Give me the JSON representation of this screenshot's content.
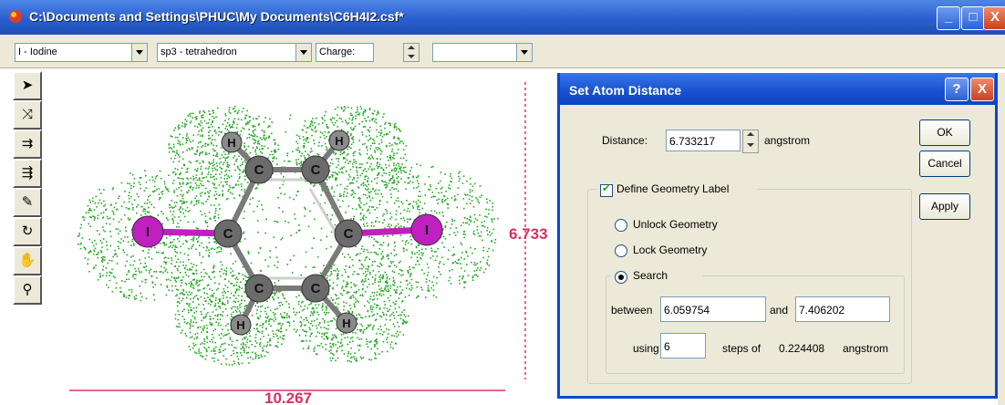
{
  "window": {
    "title": "C:\\Documents and Settings\\PHUC\\My Documents\\C6H4I2.csf*",
    "minimize_glyph": "_",
    "maximize_glyph": "□",
    "close_glyph": "X"
  },
  "toolbar": {
    "element_value": "I - Iodine",
    "geometry_value": "sp3 - tetrahedron",
    "charge_label": "Charge:",
    "charge_value": "",
    "extra_value": ""
  },
  "palette": {
    "tools": [
      {
        "name": "select-tool-icon",
        "glyph": "➤"
      },
      {
        "name": "rotate-tool-icon",
        "glyph": "⤨"
      },
      {
        "name": "bond-tool-icon",
        "glyph": "⇉"
      },
      {
        "name": "atom-tool-icon",
        "glyph": "⇶"
      },
      {
        "name": "draw-tool-icon",
        "glyph": "✎"
      },
      {
        "name": "orbit-tool-icon",
        "glyph": "↻"
      },
      {
        "name": "hand-tool-icon",
        "glyph": "✋"
      },
      {
        "name": "zoom-tool-icon",
        "glyph": "⚲"
      }
    ]
  },
  "molecule": {
    "width_label": "10.267",
    "height_label": "6.733",
    "atoms": {
      "carbon": "C",
      "hydrogen": "H",
      "iodine": "I"
    }
  },
  "dialog": {
    "title": "Set Atom Distance",
    "help_glyph": "?",
    "close_glyph": "X",
    "distance_label": "Distance:",
    "distance_value": "6.733217",
    "distance_unit": "angstrom",
    "ok_label": "OK",
    "cancel_label": "Cancel",
    "apply_label": "Apply",
    "define_geometry_label": "Define Geometry Label",
    "unlock_label": "Unlock Geometry",
    "lock_label": "Lock Geometry",
    "search_label": "Search",
    "between_label": "between",
    "between_value": "6.059754",
    "and_label": "and",
    "and_value": "7.406202",
    "using_label": "using",
    "steps_value": "6",
    "steps_of_label": "steps of",
    "step_size": "0.224408",
    "step_unit": "angstrom"
  },
  "colors": {
    "titlebar": "#2a5fcf",
    "dots": "#22aa22",
    "carbon": "#6b6b6b",
    "iodine": "#c020c0",
    "dimension": "#e0307a"
  }
}
